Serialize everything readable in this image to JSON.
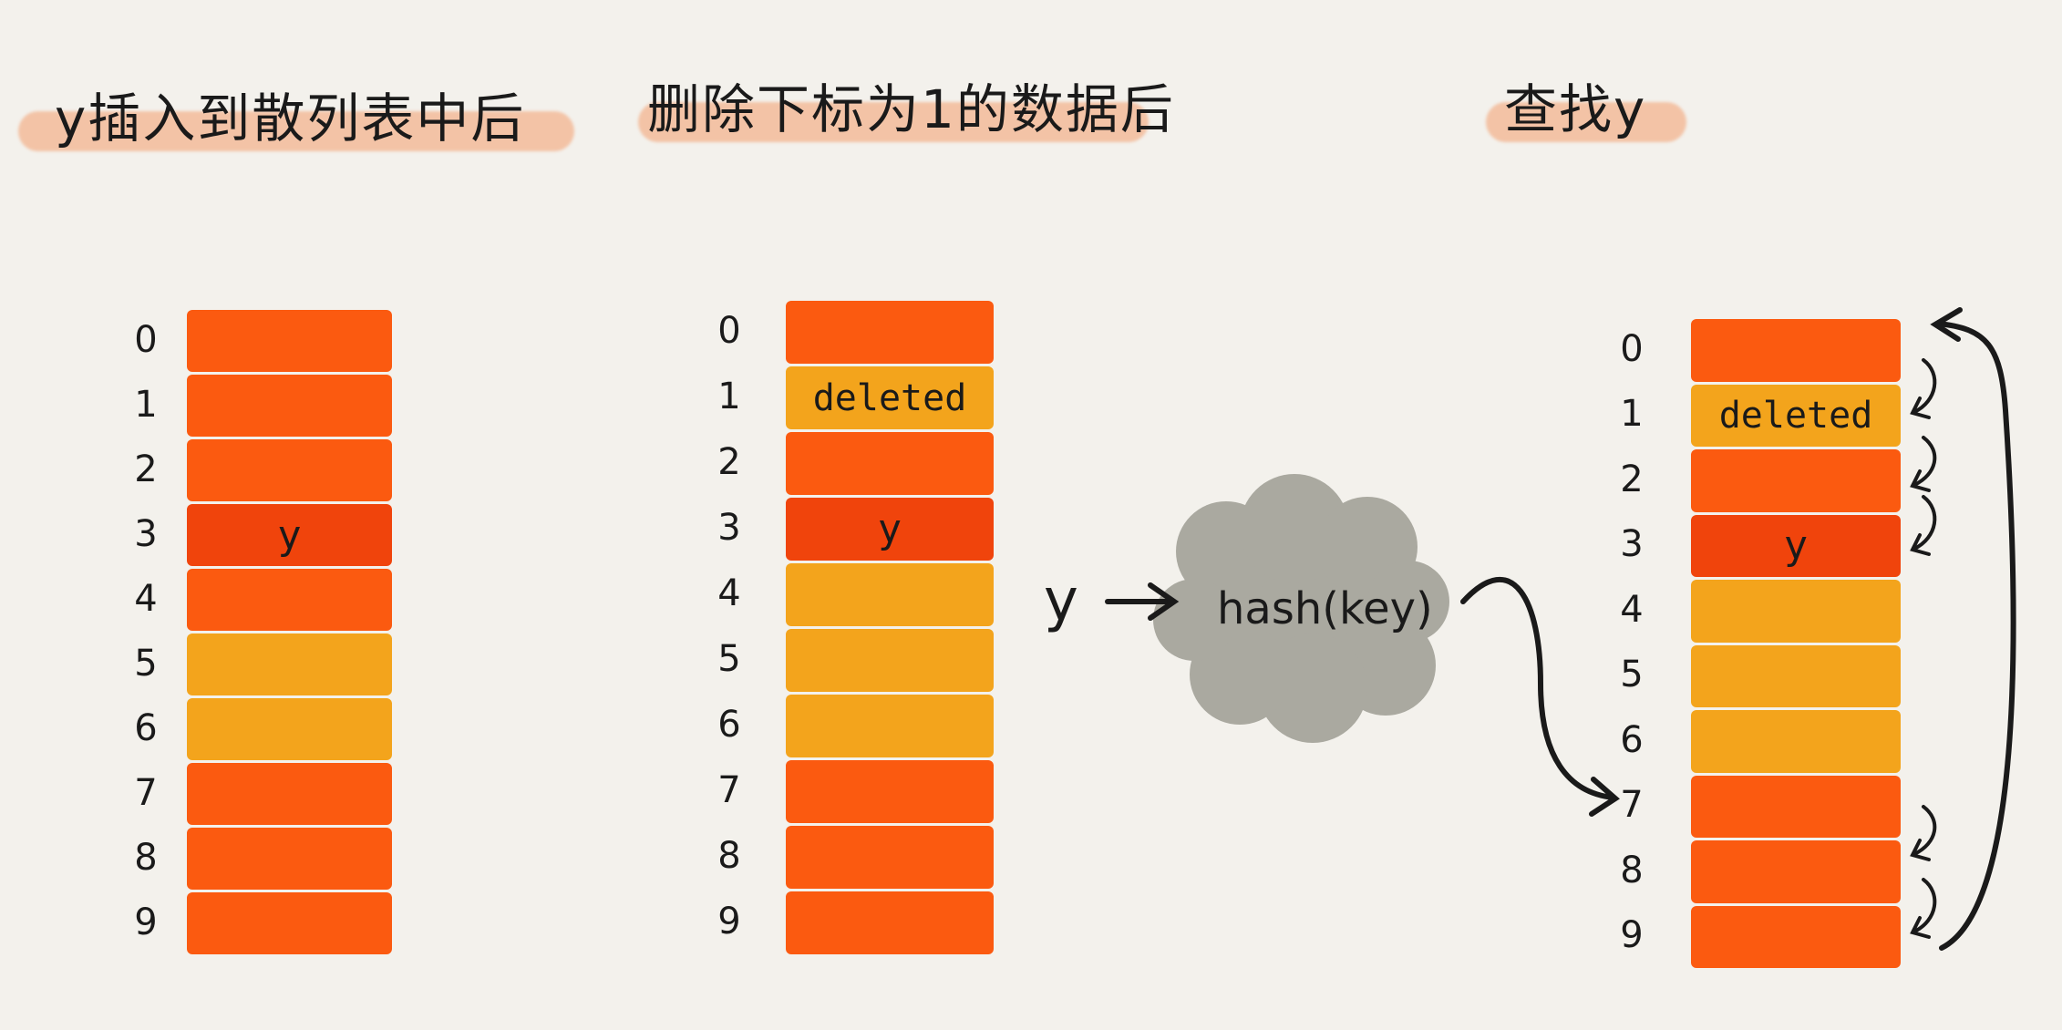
{
  "titles": {
    "panel1": "y插入到散列表中后",
    "panel2": "删除下标为1的数据后",
    "panel3": "查找y"
  },
  "indices": [
    "0",
    "1",
    "2",
    "3",
    "4",
    "5",
    "6",
    "7",
    "8",
    "9"
  ],
  "panel1": {
    "slots": [
      {
        "state": "occupied",
        "label": ""
      },
      {
        "state": "occupied",
        "label": ""
      },
      {
        "state": "occupied",
        "label": ""
      },
      {
        "state": "y",
        "label": "y"
      },
      {
        "state": "occupied",
        "label": ""
      },
      {
        "state": "empty",
        "label": ""
      },
      {
        "state": "empty",
        "label": ""
      },
      {
        "state": "occupied",
        "label": ""
      },
      {
        "state": "occupied",
        "label": ""
      },
      {
        "state": "occupied",
        "label": ""
      }
    ]
  },
  "panel2": {
    "slots": [
      {
        "state": "occupied",
        "label": ""
      },
      {
        "state": "deleted",
        "label": "deleted"
      },
      {
        "state": "occupied",
        "label": ""
      },
      {
        "state": "y",
        "label": "y"
      },
      {
        "state": "empty",
        "label": ""
      },
      {
        "state": "empty",
        "label": ""
      },
      {
        "state": "empty",
        "label": ""
      },
      {
        "state": "occupied",
        "label": ""
      },
      {
        "state": "occupied",
        "label": ""
      },
      {
        "state": "occupied",
        "label": ""
      }
    ]
  },
  "panel3": {
    "slots": [
      {
        "state": "occupied",
        "label": ""
      },
      {
        "state": "deleted",
        "label": "deleted"
      },
      {
        "state": "occupied",
        "label": ""
      },
      {
        "state": "y",
        "label": "y"
      },
      {
        "state": "empty",
        "label": ""
      },
      {
        "state": "empty",
        "label": ""
      },
      {
        "state": "empty",
        "label": ""
      },
      {
        "state": "occupied",
        "label": ""
      },
      {
        "state": "occupied",
        "label": ""
      },
      {
        "state": "occupied",
        "label": ""
      }
    ]
  },
  "hash": {
    "input": "y",
    "function": "hash(key)"
  },
  "colors": {
    "occupied": "#fb5a10",
    "y": "#f0440c",
    "empty": "#f3a41c",
    "deleted": "#f3a41c",
    "cloud": "#aaa9a0",
    "highlight": "#f3b48f"
  }
}
